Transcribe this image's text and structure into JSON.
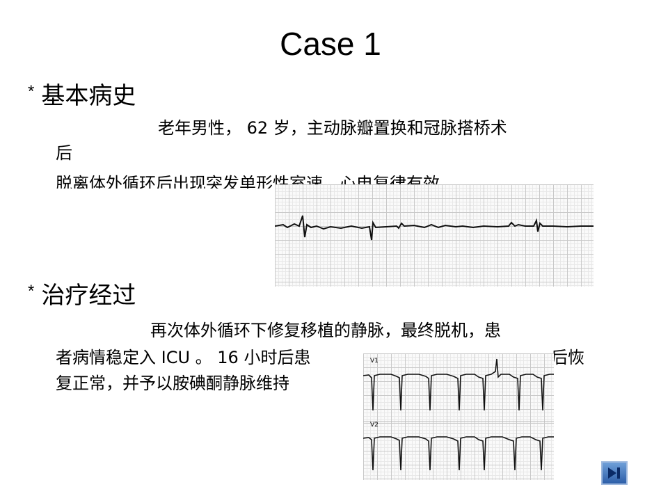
{
  "slide": {
    "title": "Case 1"
  },
  "section1": {
    "heading": "基本病史",
    "line1": "老年男性， 62 岁，主动脉瓣置换和冠脉搭桥术",
    "line2": "后",
    "line3": "脱离体外循环后出现突发单形性室速，心电复律有效"
  },
  "section2": {
    "heading": "治疗经过",
    "line1": "再次体外循环下修复移植的静脉，最终脱机，患",
    "line2_a": "者病情稳定入 ICU 。 16 小时后患",
    "line2_b": "后恢",
    "line3": "复正常，并予以胺碘酮静脉维持"
  },
  "ecg2": {
    "lead_top": "V1",
    "lead_bottom": "V2"
  },
  "nav": {
    "icon": "play-next-icon"
  }
}
